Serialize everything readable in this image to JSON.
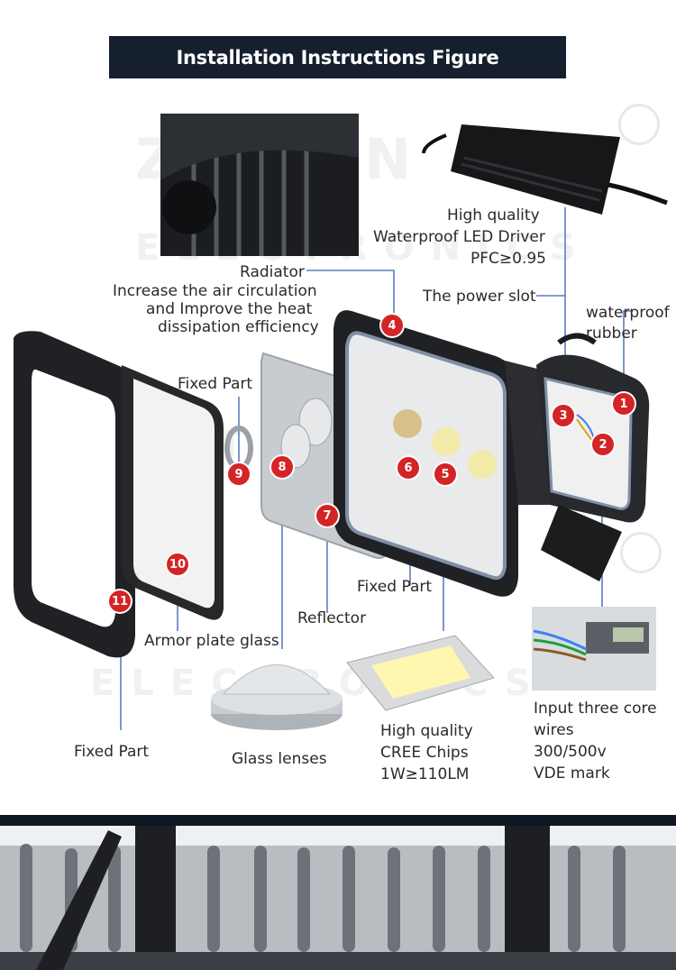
{
  "title": "Installation Instructions Figure",
  "labels": {
    "driver_line1": "High quality",
    "driver_line2": "Waterproof LED Driver",
    "driver_line3": "PFC≥0.95",
    "radiator": "Radiator",
    "radiator_desc1": "Increase the air circulation",
    "radiator_desc2": "and Improve the heat",
    "radiator_desc3": "dissipation efficiency",
    "power_slot": "The power slot",
    "waterproof1": "waterproof",
    "waterproof2": "rubber",
    "fixed_part_top": "Fixed Part",
    "fixed_part_mid": "Fixed Part",
    "reflector": "Reflector",
    "armor_glass": "Armor plate glass",
    "input_wires1": "Input three core",
    "input_wires2": "wires",
    "input_wires3": "300/500v",
    "input_wires4": "VDE mark",
    "fixed_part_bottom": "Fixed Part",
    "glass_lenses": "Glass lenses",
    "chips1": "High quality",
    "chips2": "CREE Chips",
    "chips3": "1W≥110LM"
  },
  "badges": [
    "1",
    "2",
    "3",
    "4",
    "5",
    "6",
    "7",
    "8",
    "9",
    "10",
    "11"
  ],
  "colors": {
    "title_bg": "#161f2e",
    "badge": "#d42426",
    "line": "#5a7fbf"
  }
}
